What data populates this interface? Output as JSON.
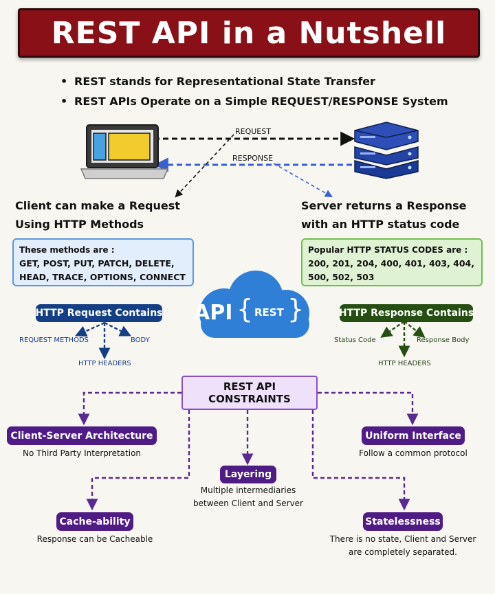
{
  "title": "REST API in a Nutshell",
  "bullets": [
    "REST stands for Representational State Transfer",
    "REST APIs Operate on a Simple REQUEST/RESPONSE System"
  ],
  "flow": {
    "request": "REQUEST",
    "response": "RESPONSE"
  },
  "client": {
    "heading_line1": "Client can make a Request",
    "heading_line2": "Using HTTP Methods",
    "box_title": "These methods are :",
    "box_line1": "GET, POST, PUT, PATCH, DELETE,",
    "box_line2": "HEAD, TRACE, OPTIONS, CONNECT"
  },
  "server": {
    "heading_line1": "Server returns a Response",
    "heading_line2": "with an HTTP status code",
    "box_title": "Popular HTTP STATUS CODES are :",
    "box_line1": "200, 201, 204, 400, 401, 403, 404,",
    "box_line2": "500, 502, 503"
  },
  "cloud": {
    "api": "API",
    "rest": "REST"
  },
  "request_contains": {
    "label": "HTTP Request Contains",
    "items": [
      "REQUEST METHODS",
      "BODY",
      "HTTP HEADERS"
    ]
  },
  "response_contains": {
    "label": "HTTP Response Contains",
    "items": [
      "Status Code",
      "Response Body",
      "HTTP HEADERS"
    ]
  },
  "constraints": {
    "title_line1": "REST API",
    "title_line2": "CONSTRAINTS",
    "items": [
      {
        "label": "Client-Server Architecture",
        "desc_lines": [
          "No Third Party Interpretation"
        ]
      },
      {
        "label": "Uniform Interface",
        "desc_lines": [
          "Follow a common protocol"
        ]
      },
      {
        "label": "Layering",
        "desc_lines": [
          "Multiple intermediaries",
          "between Client and Server"
        ]
      },
      {
        "label": "Cache-ability",
        "desc_lines": [
          "Response can be Cacheable"
        ]
      },
      {
        "label": "Statelessness",
        "desc_lines": [
          "There is no state, Client and Server",
          "are completely separated."
        ]
      }
    ]
  },
  "colors": {
    "title_bg": "#8a1018",
    "request_arrow": "#111111",
    "response_arrow": "#3a5fd0",
    "navy": "#153f85",
    "green": "#264e12",
    "purple": "#4f1b84",
    "cloud": "#2f7fd6"
  },
  "icons": [
    "laptop-icon",
    "server-icon",
    "cloud-icon"
  ]
}
